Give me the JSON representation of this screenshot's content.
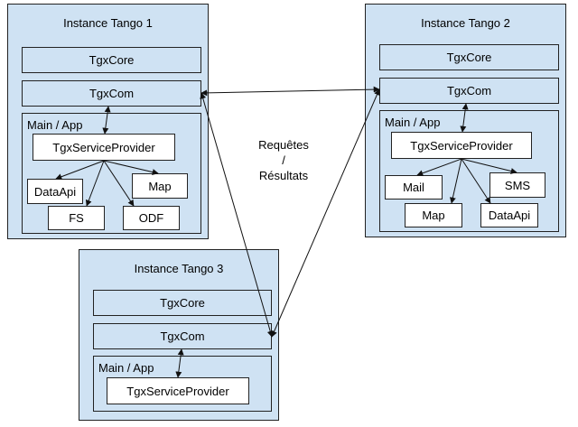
{
  "instances": [
    {
      "title": "Instance Tango 1",
      "core": "TgxCore",
      "com": "TgxCom",
      "main": "Main / App",
      "provider": "TgxServiceProvider",
      "services": [
        "DataApi",
        "Map",
        "FS",
        "ODF"
      ]
    },
    {
      "title": "Instance Tango 2",
      "core": "TgxCore",
      "com": "TgxCom",
      "main": "Main / App",
      "provider": "TgxServiceProvider",
      "services": [
        "Mail",
        "SMS",
        "Map",
        "DataApi"
      ]
    },
    {
      "title": "Instance Tango 3",
      "core": "TgxCore",
      "com": "TgxCom",
      "main": "Main / App",
      "provider": "TgxServiceProvider",
      "services": []
    }
  ],
  "link_label": {
    "line1": "Requêtes",
    "line2": "/",
    "line3": "Résultats"
  },
  "colors": {
    "box_fill": "#cfe2f3",
    "border": "#222222",
    "service_fill": "#ffffff"
  }
}
